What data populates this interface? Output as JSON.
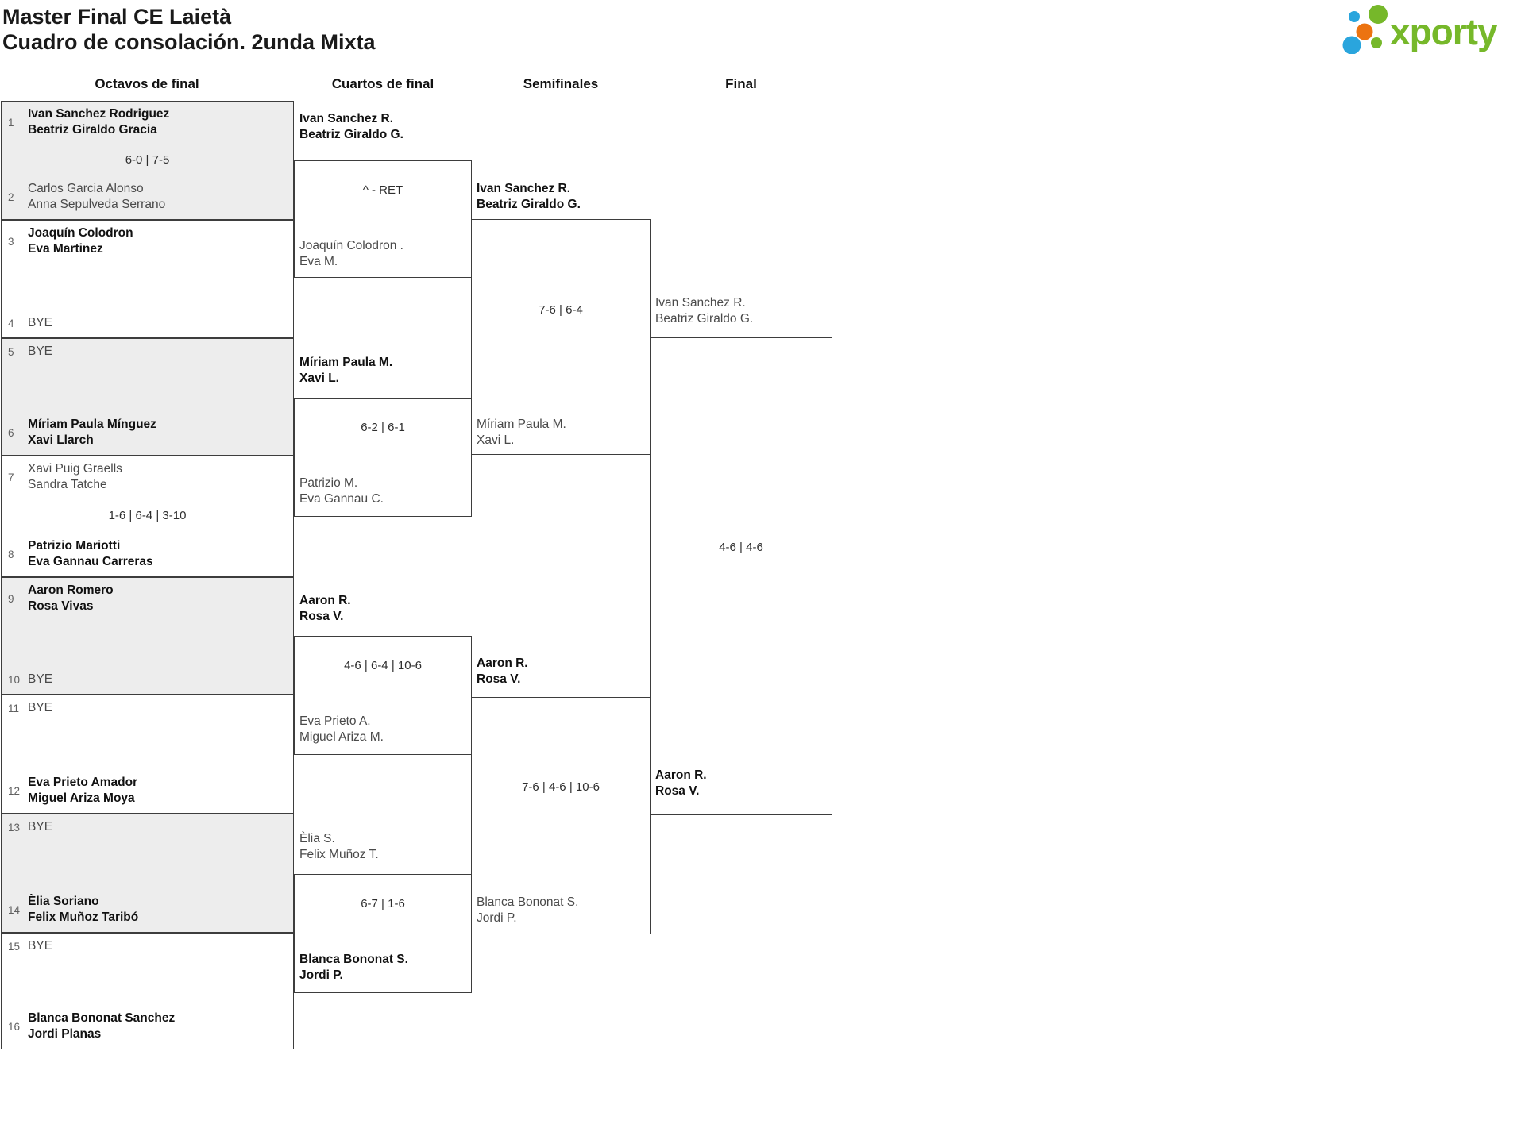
{
  "page": {
    "title_line1": "Master Final CE Laietà",
    "title_line2": "Cuadro de consolación. 2unda Mixta"
  },
  "logo": {
    "text": "xporty",
    "colors": {
      "green": "#76b82a",
      "blue": "#2aa5dd",
      "orange": "#ec7310"
    }
  },
  "round_headers": [
    "Octavos de final",
    "Cuartos de final",
    "Semifinales",
    "Final"
  ],
  "octavos": [
    {
      "seedA": "1",
      "teamA1": "Ivan Sanchez Rodriguez",
      "teamA2": "Beatriz Giraldo Gracia",
      "winnerA": true,
      "score": "6-0 | 7-5",
      "seedB": "2",
      "teamB1": "Carlos Garcia Alonso",
      "teamB2": "Anna Sepulveda Serrano",
      "winnerB": false
    },
    {
      "seedA": "3",
      "teamA1": "Joaquín Colodron",
      "teamA2": "Eva Martinez",
      "winnerA": true,
      "score": "",
      "seedB": "4",
      "teamB1": "BYE",
      "teamB2": "",
      "winnerB": false
    },
    {
      "seedA": "5",
      "teamA1": "BYE",
      "teamA2": "",
      "winnerA": false,
      "score": "",
      "seedB": "6",
      "teamB1": "Míriam Paula Mínguez",
      "teamB2": "Xavi Llarch",
      "winnerB": true
    },
    {
      "seedA": "7",
      "teamA1": "Xavi Puig Graells",
      "teamA2": "Sandra Tatche",
      "winnerA": false,
      "score": "1-6 | 6-4 | 3-10",
      "seedB": "8",
      "teamB1": "Patrizio Mariotti",
      "teamB2": "Eva Gannau Carreras",
      "winnerB": true
    },
    {
      "seedA": "9",
      "teamA1": "Aaron Romero",
      "teamA2": "Rosa Vivas",
      "winnerA": true,
      "score": "",
      "seedB": "10",
      "teamB1": "BYE",
      "teamB2": "",
      "winnerB": false
    },
    {
      "seedA": "11",
      "teamA1": "BYE",
      "teamA2": "",
      "winnerA": false,
      "score": "",
      "seedB": "12",
      "teamB1": "Eva Prieto Amador",
      "teamB2": "Miguel Ariza Moya",
      "winnerB": true
    },
    {
      "seedA": "13",
      "teamA1": "BYE",
      "teamA2": "",
      "winnerA": false,
      "score": "",
      "seedB": "14",
      "teamB1": "Èlia Soriano",
      "teamB2": "Felix Muñoz Taribó",
      "winnerB": true
    },
    {
      "seedA": "15",
      "teamA1": "BYE",
      "teamA2": "",
      "winnerA": false,
      "score": "",
      "seedB": "16",
      "teamB1": "Blanca Bononat Sanchez",
      "teamB2": "Jordi Planas",
      "winnerB": true
    }
  ],
  "cuartos": [
    {
      "teamA1": "Ivan Sanchez R.",
      "teamA2": "Beatriz Giraldo G.",
      "winnerA": true,
      "score": "^ - RET",
      "teamB1": "Joaquín Colodron .",
      "teamB2": "Eva M.",
      "winnerB": false
    },
    {
      "teamA1": "Míriam Paula M.",
      "teamA2": "Xavi L.",
      "winnerA": true,
      "score": "6-2 | 6-1",
      "teamB1": "Patrizio M.",
      "teamB2": "Eva Gannau C.",
      "winnerB": false
    },
    {
      "teamA1": "Aaron R.",
      "teamA2": "Rosa V.",
      "winnerA": true,
      "score": "4-6 | 6-4 | 10-6",
      "teamB1": "Eva Prieto A.",
      "teamB2": "Miguel Ariza M.",
      "winnerB": false
    },
    {
      "teamA1": "Èlia S.",
      "teamA2": "Felix Muñoz T.",
      "winnerA": false,
      "score": "6-7 | 1-6",
      "teamB1": "Blanca Bononat S.",
      "teamB2": "Jordi P.",
      "winnerB": true
    }
  ],
  "semifinales": [
    {
      "teamA1": "Ivan Sanchez R.",
      "teamA2": "Beatriz Giraldo G.",
      "winnerA": true,
      "score": "7-6 | 6-4",
      "teamB1": "Míriam Paula M.",
      "teamB2": "Xavi L.",
      "winnerB": false
    },
    {
      "teamA1": "Aaron R.",
      "teamA2": "Rosa V.",
      "winnerA": true,
      "score": "7-6 | 4-6 | 10-6",
      "teamB1": "Blanca Bononat S.",
      "teamB2": "Jordi P.",
      "winnerB": false
    }
  ],
  "final": [
    {
      "teamA1": "Ivan Sanchez R.",
      "teamA2": "Beatriz Giraldo G.",
      "winnerA": false,
      "score": "4-6 | 4-6",
      "teamB1": "Aaron R.",
      "teamB2": "Rosa V.",
      "winnerB": true
    }
  ]
}
